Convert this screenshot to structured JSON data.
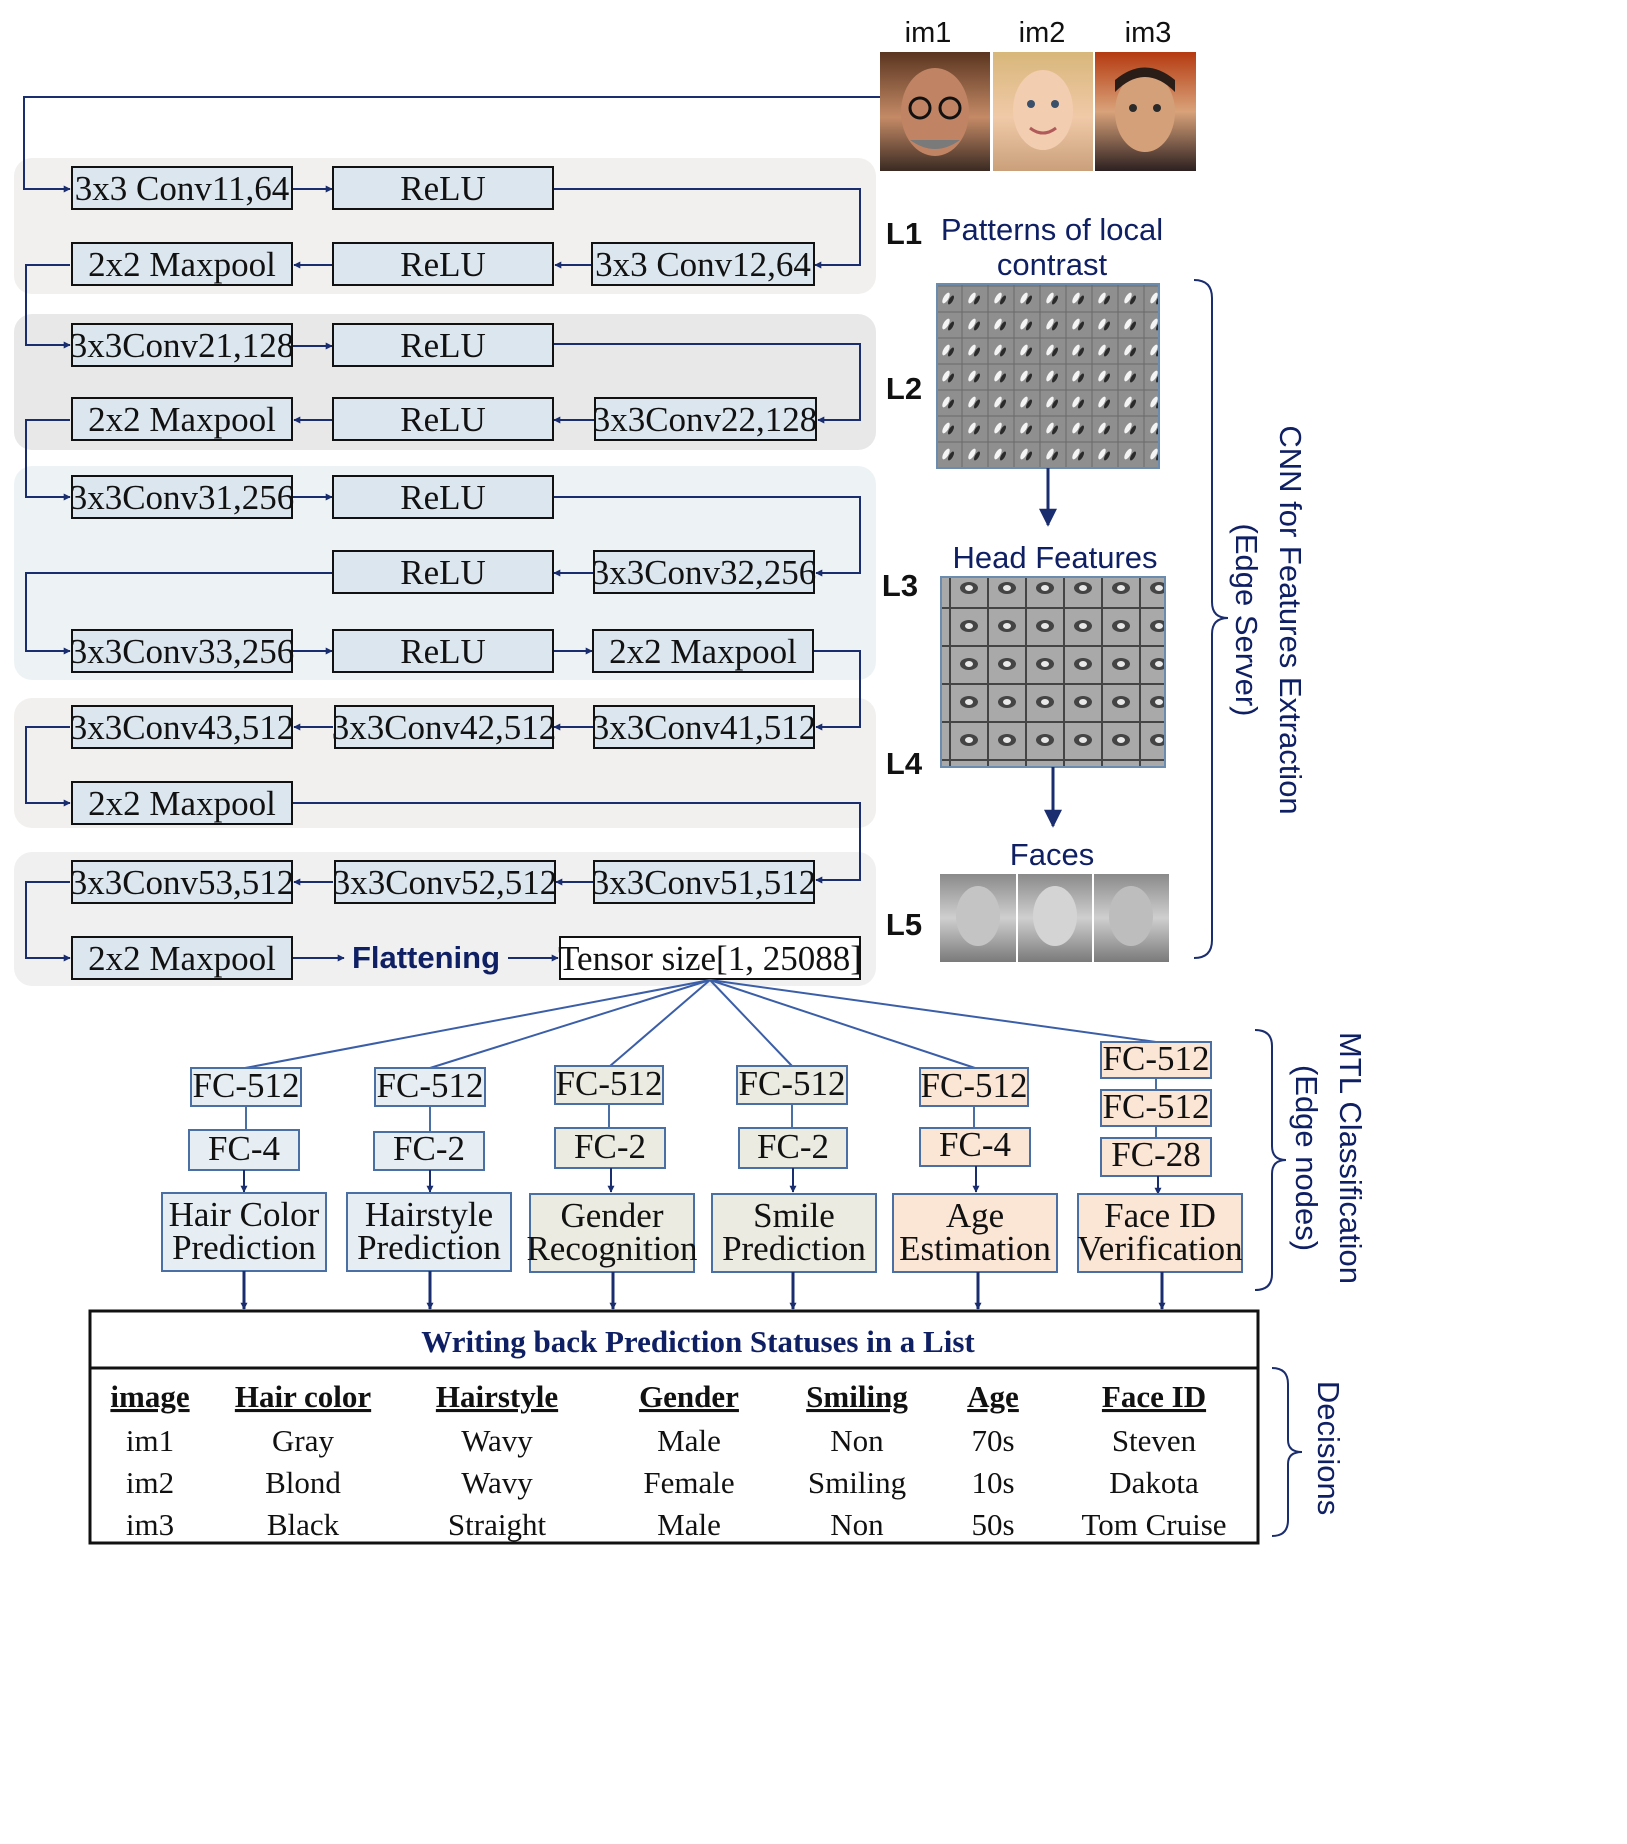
{
  "images": {
    "labels": [
      "im1",
      "im2",
      "im3"
    ]
  },
  "layers": [
    "L1",
    "L2",
    "L3",
    "L4",
    "L5"
  ],
  "viz": {
    "l1_title": [
      "Patterns of local",
      "contrast"
    ],
    "head_title": "Head Features",
    "faces_title": "Faces"
  },
  "blocks": {
    "conv11": "3x3 Conv11,64",
    "relu_a": "ReLU",
    "maxpool1": "2x2 Maxpool",
    "relu_b": "ReLU",
    "conv12": "3x3 Conv12,64",
    "conv21": "3x3Conv21,128",
    "relu_c": "ReLU",
    "maxpool2": "2x2 Maxpool",
    "relu_d": "ReLU",
    "conv22": "3x3Conv22,128",
    "conv31": "3x3Conv31,256",
    "relu_e": "ReLU",
    "relu_f": "ReLU",
    "conv32": "3x3Conv32,256",
    "conv33": "3x3Conv33,256",
    "relu_g": "ReLU",
    "maxpool3": "2x2 Maxpool",
    "conv43": "3x3Conv43,512",
    "conv42": "3x3Conv42,512",
    "conv41": "3x3Conv41,512",
    "maxpool4": "2x2 Maxpool",
    "conv53": "3x3Conv53,512",
    "conv52": "3x3Conv52,512",
    "conv51": "3x3Conv51,512",
    "maxpool5": "2x2 Maxpool",
    "flattening": "Flattening",
    "tensor": "Tensor size[1, 25088]"
  },
  "side_labels": {
    "cnn": [
      "CNN for Features Extraction",
      "(Edge Server)"
    ],
    "mtl": [
      "MTL Classification",
      "(Edge nodes)"
    ],
    "decisions": "Decisions"
  },
  "heads": [
    {
      "fc": [
        "FC-512",
        "FC-4"
      ],
      "task": [
        "Hair Color",
        "Prediction"
      ]
    },
    {
      "fc": [
        "FC-512",
        "FC-2"
      ],
      "task": [
        "Hairstyle",
        "Prediction"
      ]
    },
    {
      "fc": [
        "FC-512",
        "FC-2"
      ],
      "task": [
        "Gender",
        "Recognition"
      ]
    },
    {
      "fc": [
        "FC-512",
        "FC-2"
      ],
      "task": [
        "Smile",
        "Prediction"
      ]
    },
    {
      "fc": [
        "FC-512",
        "FC-4"
      ],
      "task": [
        "Age",
        "Estimation"
      ]
    },
    {
      "fc": [
        "FC-512",
        "FC-512",
        "FC-28"
      ],
      "task": [
        "Face ID",
        "Verification"
      ]
    }
  ],
  "colors": {
    "blue_line": "#1a2d6e",
    "box_blue": "#dce6ee",
    "head_blue": "#e6eef4",
    "head_grey": "#ebebe2",
    "head_peach": "#fbe6d6",
    "band_warm": "#f2f0ee",
    "band_grey": "#e8e8e8",
    "band_cool": "#edf3f5"
  },
  "table": {
    "title": "Writing back Prediction Statuses in a List",
    "headers": [
      "image",
      "Hair color",
      "Hairstyle",
      "Gender",
      "Smiling",
      "Age",
      "Face ID"
    ],
    "rows": [
      [
        "im1",
        "Gray",
        "Wavy",
        "Male",
        "Non",
        "70s",
        "Steven"
      ],
      [
        "im2",
        "Blond",
        "Wavy",
        "Female",
        "Smiling",
        "10s",
        "Dakota"
      ],
      [
        "im3",
        "Black",
        "Straight",
        "Male",
        "Non",
        "50s",
        "Tom Cruise"
      ]
    ]
  }
}
